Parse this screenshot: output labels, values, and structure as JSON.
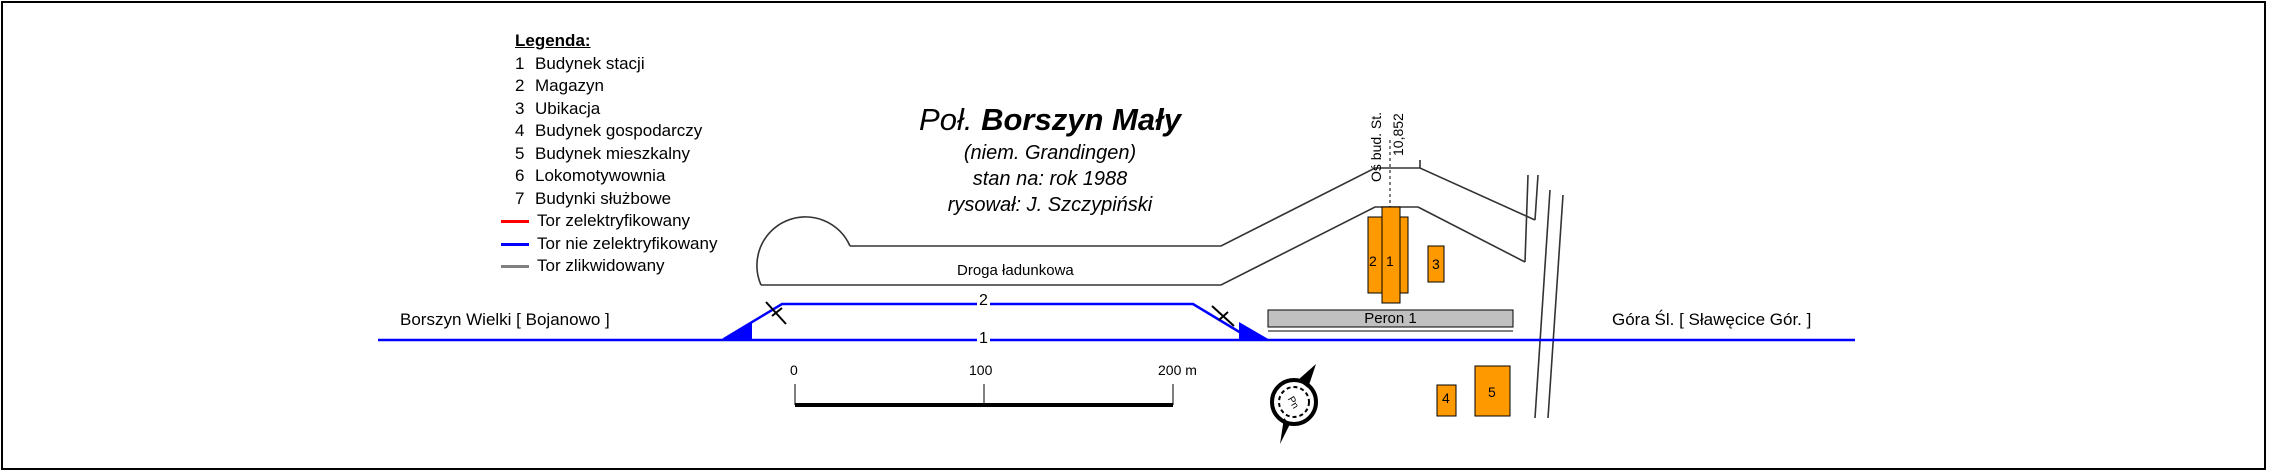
{
  "title": {
    "prefix": "Poł.",
    "name": "Borszyn Mały",
    "german_name": "(niem. Grandingen)",
    "state": "stan na: rok 1988",
    "author": "rysował: J. Szczypiński"
  },
  "legend": {
    "title": "Legenda:",
    "items": [
      {
        "num": "1",
        "label": "Budynek stacji"
      },
      {
        "num": "2",
        "label": "Magazyn"
      },
      {
        "num": "3",
        "label": "Ubikacja"
      },
      {
        "num": "4",
        "label": "Budynek gospodarczy"
      },
      {
        "num": "5",
        "label": "Budynek mieszkalny"
      },
      {
        "num": "6",
        "label": "Lokomotywownia"
      },
      {
        "num": "7",
        "label": "Budynki służbowe"
      }
    ],
    "lines": [
      {
        "label": "Tor zelektryfikowany",
        "color": "#ff0000"
      },
      {
        "label": "Tor nie zelektryfikowany",
        "color": "#0000ff"
      },
      {
        "label": "Tor zlikwidowany",
        "color": "#808080"
      }
    ]
  },
  "directions": {
    "west": "Borszyn Wielki [ Bojanowo ]",
    "east": "Góra Śl. [ Sławęcice Gór. ]"
  },
  "tracks": {
    "track1": "1",
    "track2": "2"
  },
  "road_label": "Droga ładunkowa",
  "platform_label": "Peron 1",
  "axis": {
    "label": "Oś bud. St.",
    "km": "10,852"
  },
  "buildings": {
    "b1": "1",
    "b2": "2",
    "b3": "3",
    "b4": "4",
    "b5": "5"
  },
  "scale": {
    "ticks": [
      "0",
      "100",
      "200 m"
    ]
  },
  "compass_label": "Pn",
  "colors": {
    "track": "#0000ff",
    "building": "#ff9900",
    "platform": "#c0c0c0"
  }
}
